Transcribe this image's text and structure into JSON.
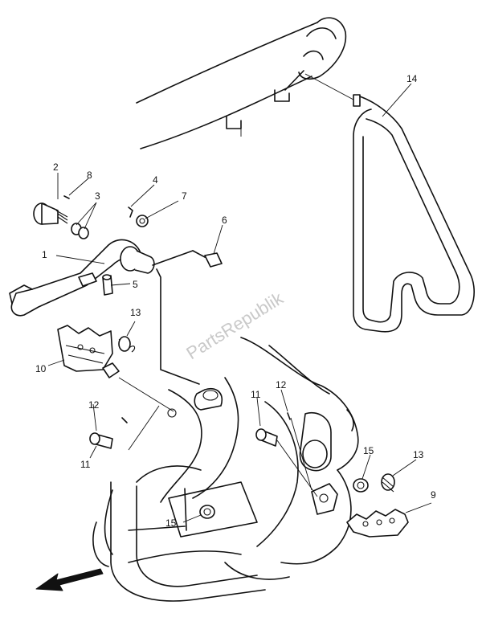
{
  "watermark": "PartsRepublik",
  "callouts": {
    "c1": "1",
    "c2": "2",
    "c3": "3",
    "c4": "4",
    "c5": "5",
    "c6": "6",
    "c7": "7",
    "c8": "8",
    "c9": "9",
    "c10": "10",
    "c11a": "11",
    "c11b": "11",
    "c12a": "12",
    "c12b": "12",
    "c13a": "13",
    "c13b": "13",
    "c14": "14",
    "c15a": "15",
    "c15b": "15"
  },
  "icons": {
    "direction": "front-direction-arrow-icon"
  }
}
